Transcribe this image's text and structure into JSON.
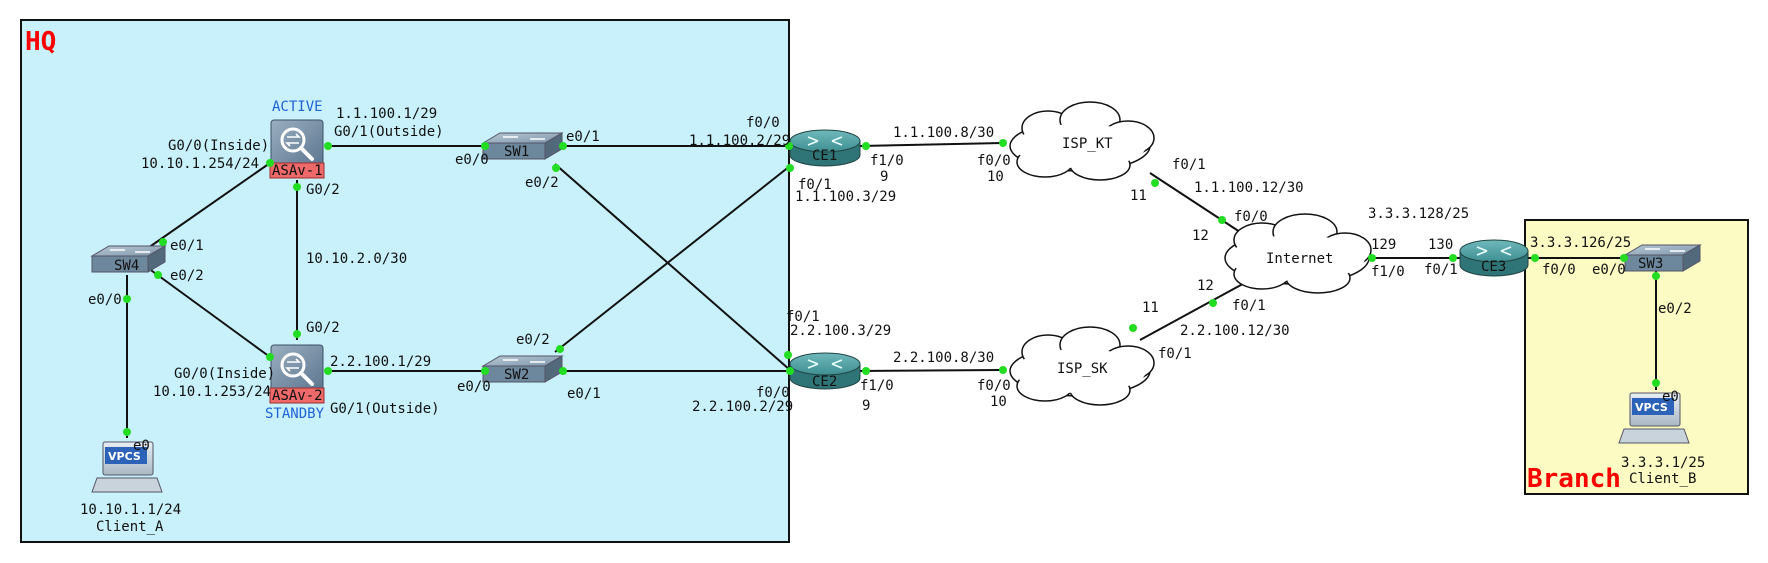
{
  "colors": {
    "hq_area": "#c8f1fb",
    "branch_area": "#fbfbc3",
    "area_title": "#ff0000",
    "role_label": "#1f62d6",
    "port_dot": "#22dd22",
    "asa_tag": "#ee6a6a",
    "router": "#3e8f92",
    "switch": "#7f98ad"
  },
  "areas": {
    "hq": "HQ",
    "branch": "Branch"
  },
  "devices": {
    "asav1": {
      "name": "ASAv-1",
      "role": "ACTIVE",
      "icon": "firewall-icon"
    },
    "asav2": {
      "name": "ASAv-2",
      "role": "STANDBY",
      "icon": "firewall-icon"
    },
    "sw1": {
      "name": "SW1",
      "icon": "switch-icon"
    },
    "sw2": {
      "name": "SW2",
      "icon": "switch-icon"
    },
    "sw3": {
      "name": "SW3",
      "icon": "switch-icon"
    },
    "sw4": {
      "name": "SW4",
      "icon": "switch-icon"
    },
    "ce1": {
      "name": "CE1",
      "icon": "router-icon"
    },
    "ce2": {
      "name": "CE2",
      "icon": "router-icon"
    },
    "ce3": {
      "name": "CE3",
      "icon": "router-icon"
    },
    "isp_kt": {
      "name": "ISP_KT",
      "icon": "cloud-icon"
    },
    "isp_sk": {
      "name": "ISP_SK",
      "icon": "cloud-icon"
    },
    "internet": {
      "name": "Internet",
      "icon": "cloud-icon"
    },
    "client_a": {
      "name": "Client_A",
      "ip": "10.10.1.1/24",
      "port": "e0",
      "badge": "VPCS",
      "icon": "pc-icon"
    },
    "client_b": {
      "name": "Client_B",
      "ip": "3.3.3.1/25",
      "port": "e0",
      "badge": "VPCS",
      "icon": "pc-icon"
    }
  },
  "labels": {
    "asa1_outside_ip": "1.1.100.1/29",
    "asa1_outside_if": "G0/1(Outside)",
    "asa1_inside_if": "G0/0(Inside)",
    "asa1_inside_ip": "10.10.1.254/24",
    "asa1_g02": "G0/2",
    "failover_net": "10.10.2.0/30",
    "asa2_g02": "G0/2",
    "asa2_inside_if": "G0/0(Inside)",
    "asa2_inside_ip": "10.10.1.253/24",
    "asa2_outside_ip": "2.2.100.1/29",
    "asa2_outside_if": "G0/1(Outside)",
    "sw1_e00": "e0/0",
    "sw1_e01": "e0/1",
    "sw1_e02": "e0/2",
    "sw2_e00": "e0/0",
    "sw2_e01": "e0/1",
    "sw2_e02": "e0/2",
    "sw4_e01": "e0/1",
    "sw4_e02": "e0/2",
    "sw4_e00": "e0/0",
    "ce1_f00": "f0/0",
    "ce1_f00_ip": "1.1.100.2/29",
    "ce1_f01": "f0/1",
    "ce1_f01_ip": "1.1.100.3/29",
    "ce1_f10": "f1/0",
    "ce1_f10_host": "9",
    "kt_link_net": "1.1.100.8/30",
    "kt_f00": "f0/0",
    "kt_f00_host": "10",
    "kt_f01": "f0/1",
    "kt_f01_host": "11",
    "kt_inet_net": "1.1.100.12/30",
    "inet_f00": "f0/0",
    "inet_f00_host": "12",
    "ce2_f01": "f0/1",
    "ce2_f01_ip": "2.2.100.3/29",
    "ce2_f00": "f0/0",
    "ce2_f00_ip": "2.2.100.2/29",
    "ce2_f10": "f1/0",
    "ce2_f10_host": "9",
    "sk_link_net": "2.2.100.8/30",
    "sk_f00": "f0/0",
    "sk_f00_host": "10",
    "sk_f01": "f0/1",
    "sk_f01_host": "11",
    "sk_inet_net": "2.2.100.12/30",
    "inet_f01": "f0/1",
    "inet_f01_host": "12",
    "branch_net": "3.3.3.128/25",
    "inet_f10_host": "129",
    "inet_f10": "f1/0",
    "ce3_f01_host": "130",
    "ce3_f01": "f0/1",
    "ce3_f00_ip": "3.3.3.126/25",
    "ce3_f00": "f0/0",
    "sw3_e00": "e0/0",
    "sw3_e02": "e0/2"
  }
}
